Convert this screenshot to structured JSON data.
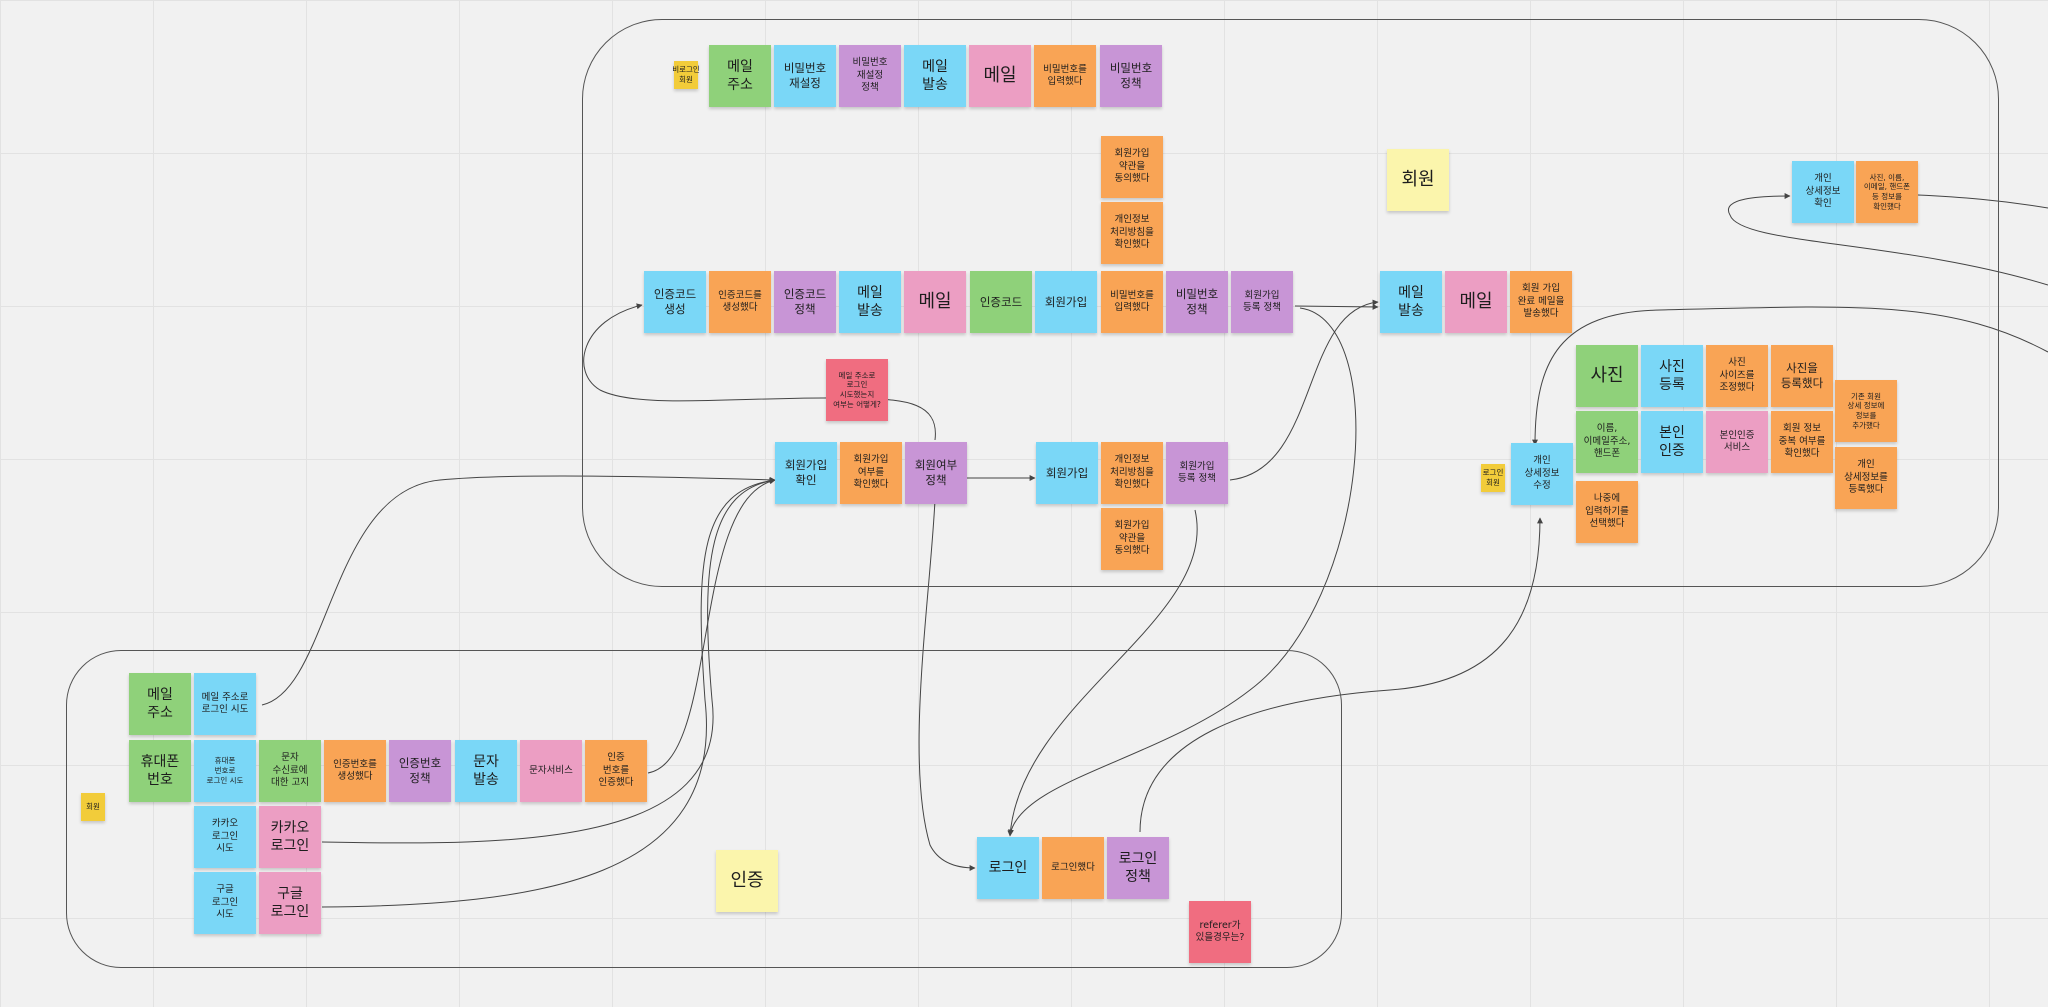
{
  "colors": {
    "green": "#8fd17a",
    "blue": "#7ad7f7",
    "purple": "#c895d6",
    "pink": "#ec9ec3",
    "orange": "#f9a455",
    "red": "#f06d80",
    "yellow": "#fbf5ac",
    "gold": "#f2cc3a",
    "connector": "#444444",
    "frame_border": "#555555",
    "canvas": "#f1f1f1"
  },
  "frames": {
    "member": "회원 frame",
    "auth": "인증 frame"
  },
  "member": {
    "zone_label": "회원",
    "unlogged_tag": "비로그인\n회원",
    "logged_tag": "로그인\n회원",
    "pw_reset": {
      "mail_address": "메일\n주소",
      "pw_reset": "비밀번호\n재설정",
      "pw_reset_policy": "비밀번호\n재설정\n정책",
      "mail_send": "메일\n발송",
      "mail": "메일",
      "pw_entered": "비밀번호를\n입력했다",
      "pw_policy": "비밀번호\n정책"
    },
    "signup": {
      "terms_agreed": "회원가입\n약관을\n동의했다",
      "privacy_checked": "개인정보\n처리방침을\n확인했다",
      "code_generate": "인증코드\n생성",
      "code_generated": "인증코드를\n생성했다",
      "code_policy": "인증코드\n정책",
      "mail_send": "메일\n발송",
      "mail": "메일",
      "auth_code": "인증코드",
      "signup": "회원가입",
      "pw_entered": "비밀번호를\n입력했다",
      "pw_policy": "비밀번호\n정책",
      "signup_reg_policy": "회원가입\n등록 정책",
      "done_mail_send": "메일\n발송",
      "done_mail": "메일",
      "done_mail_sent": "회원 가입\n완료 메일을\n발송했다"
    },
    "question": "메일 주소로\n로그인\n시도했는지\n여부는 어떻게?",
    "check": {
      "signup_check": "회원가입\n확인",
      "member_checked": "회원가입\n여부를\n확인했다",
      "member_policy": "회원여부\n정책",
      "signup2": "회원가입",
      "privacy_checked2": "개인정보\n처리방침을\n확인했다",
      "reg_policy2": "회원가입\n등록 정책",
      "terms_agreed2": "회원가입\n약관을\n동의했다"
    },
    "profile": {
      "detail_view": "개인\n상세정보\n확인",
      "detail_viewed": "사진, 이름,\n이메일, 핸드폰\n등 정보를\n확인했다",
      "photo": "사진",
      "photo_reg": "사진\n등록",
      "photo_resized": "사진\n사이즈를\n조정했다",
      "photo_registered": "사진을\n등록했다",
      "name_email_phone": "이름,\n이메일주소,\n핸드폰",
      "identity": "본인\n인증",
      "identity_service": "본인인증\n서비스",
      "dup_checked": "회원 정보\n중복 여부를\n확인했다",
      "extra_added": "기존 회원\n상세 정보에\n정보를\n추가했다",
      "detail_registered": "개인\n상세정보를\n등록했다",
      "detail_edit": "개인\n상세정보\n수정",
      "later": "나중에\n입력하기를\n선택했다"
    }
  },
  "auth": {
    "zone_label": "인증",
    "member_tag": "회원",
    "mail_address": "메일\n주소",
    "mail_login_try": "메일 주소로\n로그인 시도",
    "phone_number": "휴대폰\n번호",
    "phone_login_try": "휴대폰\n번호로\n로그인 시도",
    "sms_consent": "문자\n수신료에\n대한 고지",
    "code_generated": "인증번호를\n생성했다",
    "code_policy": "인증번호\n정책",
    "sms_send": "문자\n발송",
    "sms_service": "문자서비스",
    "code_verified": "인증\n번호를\n인증했다",
    "kakao_try": "카카오\n로그인\n시도",
    "kakao_login": "카카오\n로그인",
    "google_try": "구글\n로그인\n시도",
    "google_login": "구글\n로그인",
    "login": "로그인",
    "logged_in": "로그인했다",
    "login_policy": "로그인\n정책",
    "referer": "referer가\n있을경우는?"
  }
}
